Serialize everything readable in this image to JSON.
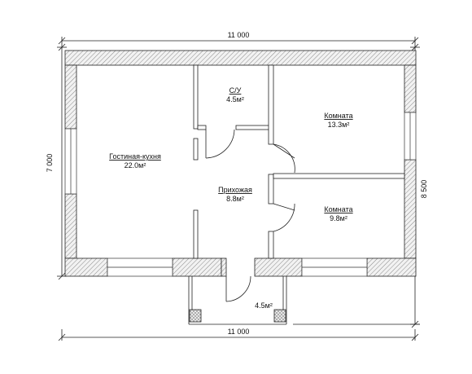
{
  "dimensions": {
    "top_width": "11 000",
    "bottom_width": "11 000",
    "left_height": "7 000",
    "right_height": "8 500"
  },
  "rooms": {
    "living_kitchen": {
      "name": "Гостиная-кухня",
      "area": "22.0м²"
    },
    "bathroom": {
      "name": "С/У",
      "area": "4.5м²"
    },
    "room_upper": {
      "name": "Комната",
      "area": "13.3м²"
    },
    "hallway": {
      "name": "Прихожая",
      "area": "8.8м²"
    },
    "room_lower": {
      "name": "Комната",
      "area": "9.8м²"
    },
    "porch": {
      "area": "4.5м²"
    }
  },
  "colors": {
    "wall_hatch": "#9a9a9a",
    "line": "#222222"
  }
}
